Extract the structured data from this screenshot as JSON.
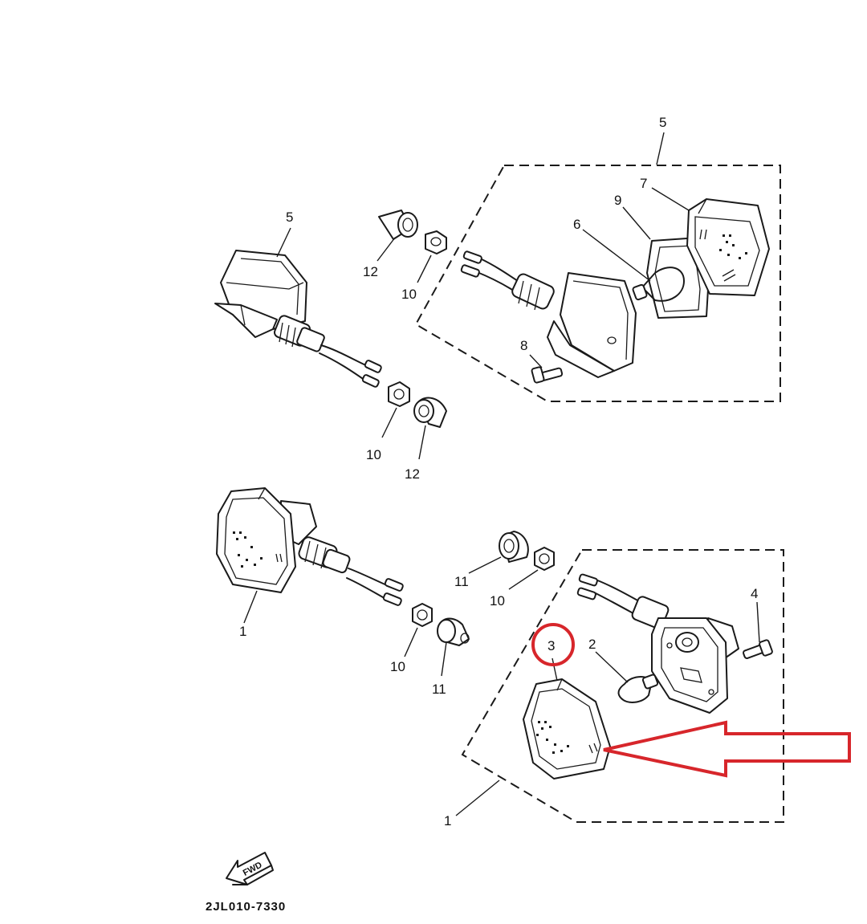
{
  "diagram": {
    "part_code": "2JL010-7330",
    "fwd_label": "FWD",
    "highlight_color": "#d7262b",
    "ink_color": "#1a1a1a",
    "callouts": {
      "upper_box": "5",
      "upper_left_light": "5",
      "lens_upper": "7",
      "gasket_upper": "9",
      "bulb_upper": "6",
      "screw_upper": "8",
      "grommet_upper": "12",
      "nut_upper": "10",
      "nut_mid": "10",
      "grommet_mid": "12",
      "lower_left_light": "1",
      "grommet_lower_a": "11",
      "nut_lower_a": "10",
      "nut_lower_b": "10",
      "grommet_lower_b": "11",
      "screw_lower": "4",
      "lens_lower": "3",
      "bulb_lower": "2",
      "lower_box": "1"
    }
  }
}
